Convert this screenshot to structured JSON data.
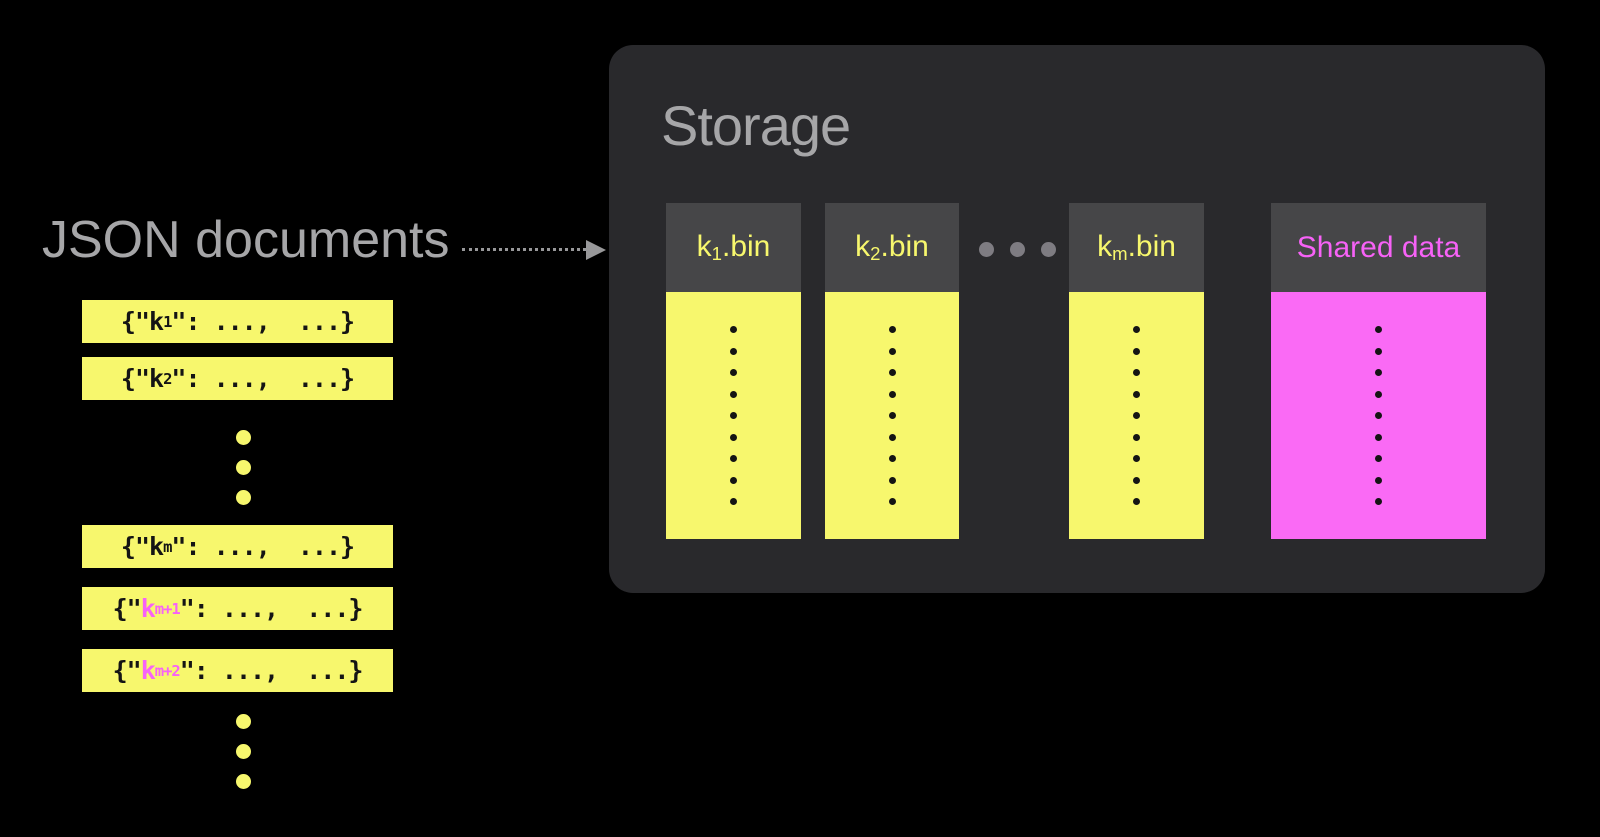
{
  "colors": {
    "bg": "#000000",
    "yellow": "#f7f76d",
    "magenta": "#f762f7",
    "magenta_fill": "#fa6af5",
    "panel": "#29292c",
    "header": "#464648",
    "gray_text": "#a6a6a8",
    "gray_dot": "#7e7c82",
    "arrow_gray": "#98989a",
    "ink": "#141414"
  },
  "left": {
    "title": "JSON documents",
    "bars": [
      {
        "open": "{\"",
        "key": "k",
        "sub": "1",
        "close": "\": ...,  ...}",
        "key_color": "#141414"
      },
      {
        "open": "{\"",
        "key": "k",
        "sub": "2",
        "close": "\": ...,  ...}",
        "key_color": "#141414"
      },
      {
        "open": "{\"",
        "key": "k",
        "sub": "m",
        "close": "\": ...,  ...}",
        "key_color": "#141414"
      },
      {
        "open": "{\"",
        "key": "k",
        "sub": "m+1",
        "close": "\": ...,  ...}",
        "key_color": "#f762f7"
      },
      {
        "open": "{\"",
        "key": "k",
        "sub": "m+2",
        "close": "\": ...,  ...}",
        "key_color": "#f762f7"
      }
    ],
    "dot_groups": [
      3,
      3
    ]
  },
  "storage": {
    "title": "Storage",
    "gap_dots": 3,
    "columns": [
      {
        "key": "k",
        "sub": "1",
        "ext": ".bin",
        "label_color": "#f7f76d",
        "fill": "#f7f76d",
        "dots": 9
      },
      {
        "key": "k",
        "sub": "2",
        "ext": ".bin",
        "label_color": "#f7f76d",
        "fill": "#f7f76d",
        "dots": 9
      },
      {
        "key": "k",
        "sub": "m",
        "ext": ".bin",
        "label_color": "#f7f76d",
        "fill": "#f7f76d",
        "dots": 9
      },
      {
        "label": "Shared data",
        "label_color": "#f762f7",
        "fill": "#fa6af5",
        "dots": 9
      }
    ]
  }
}
